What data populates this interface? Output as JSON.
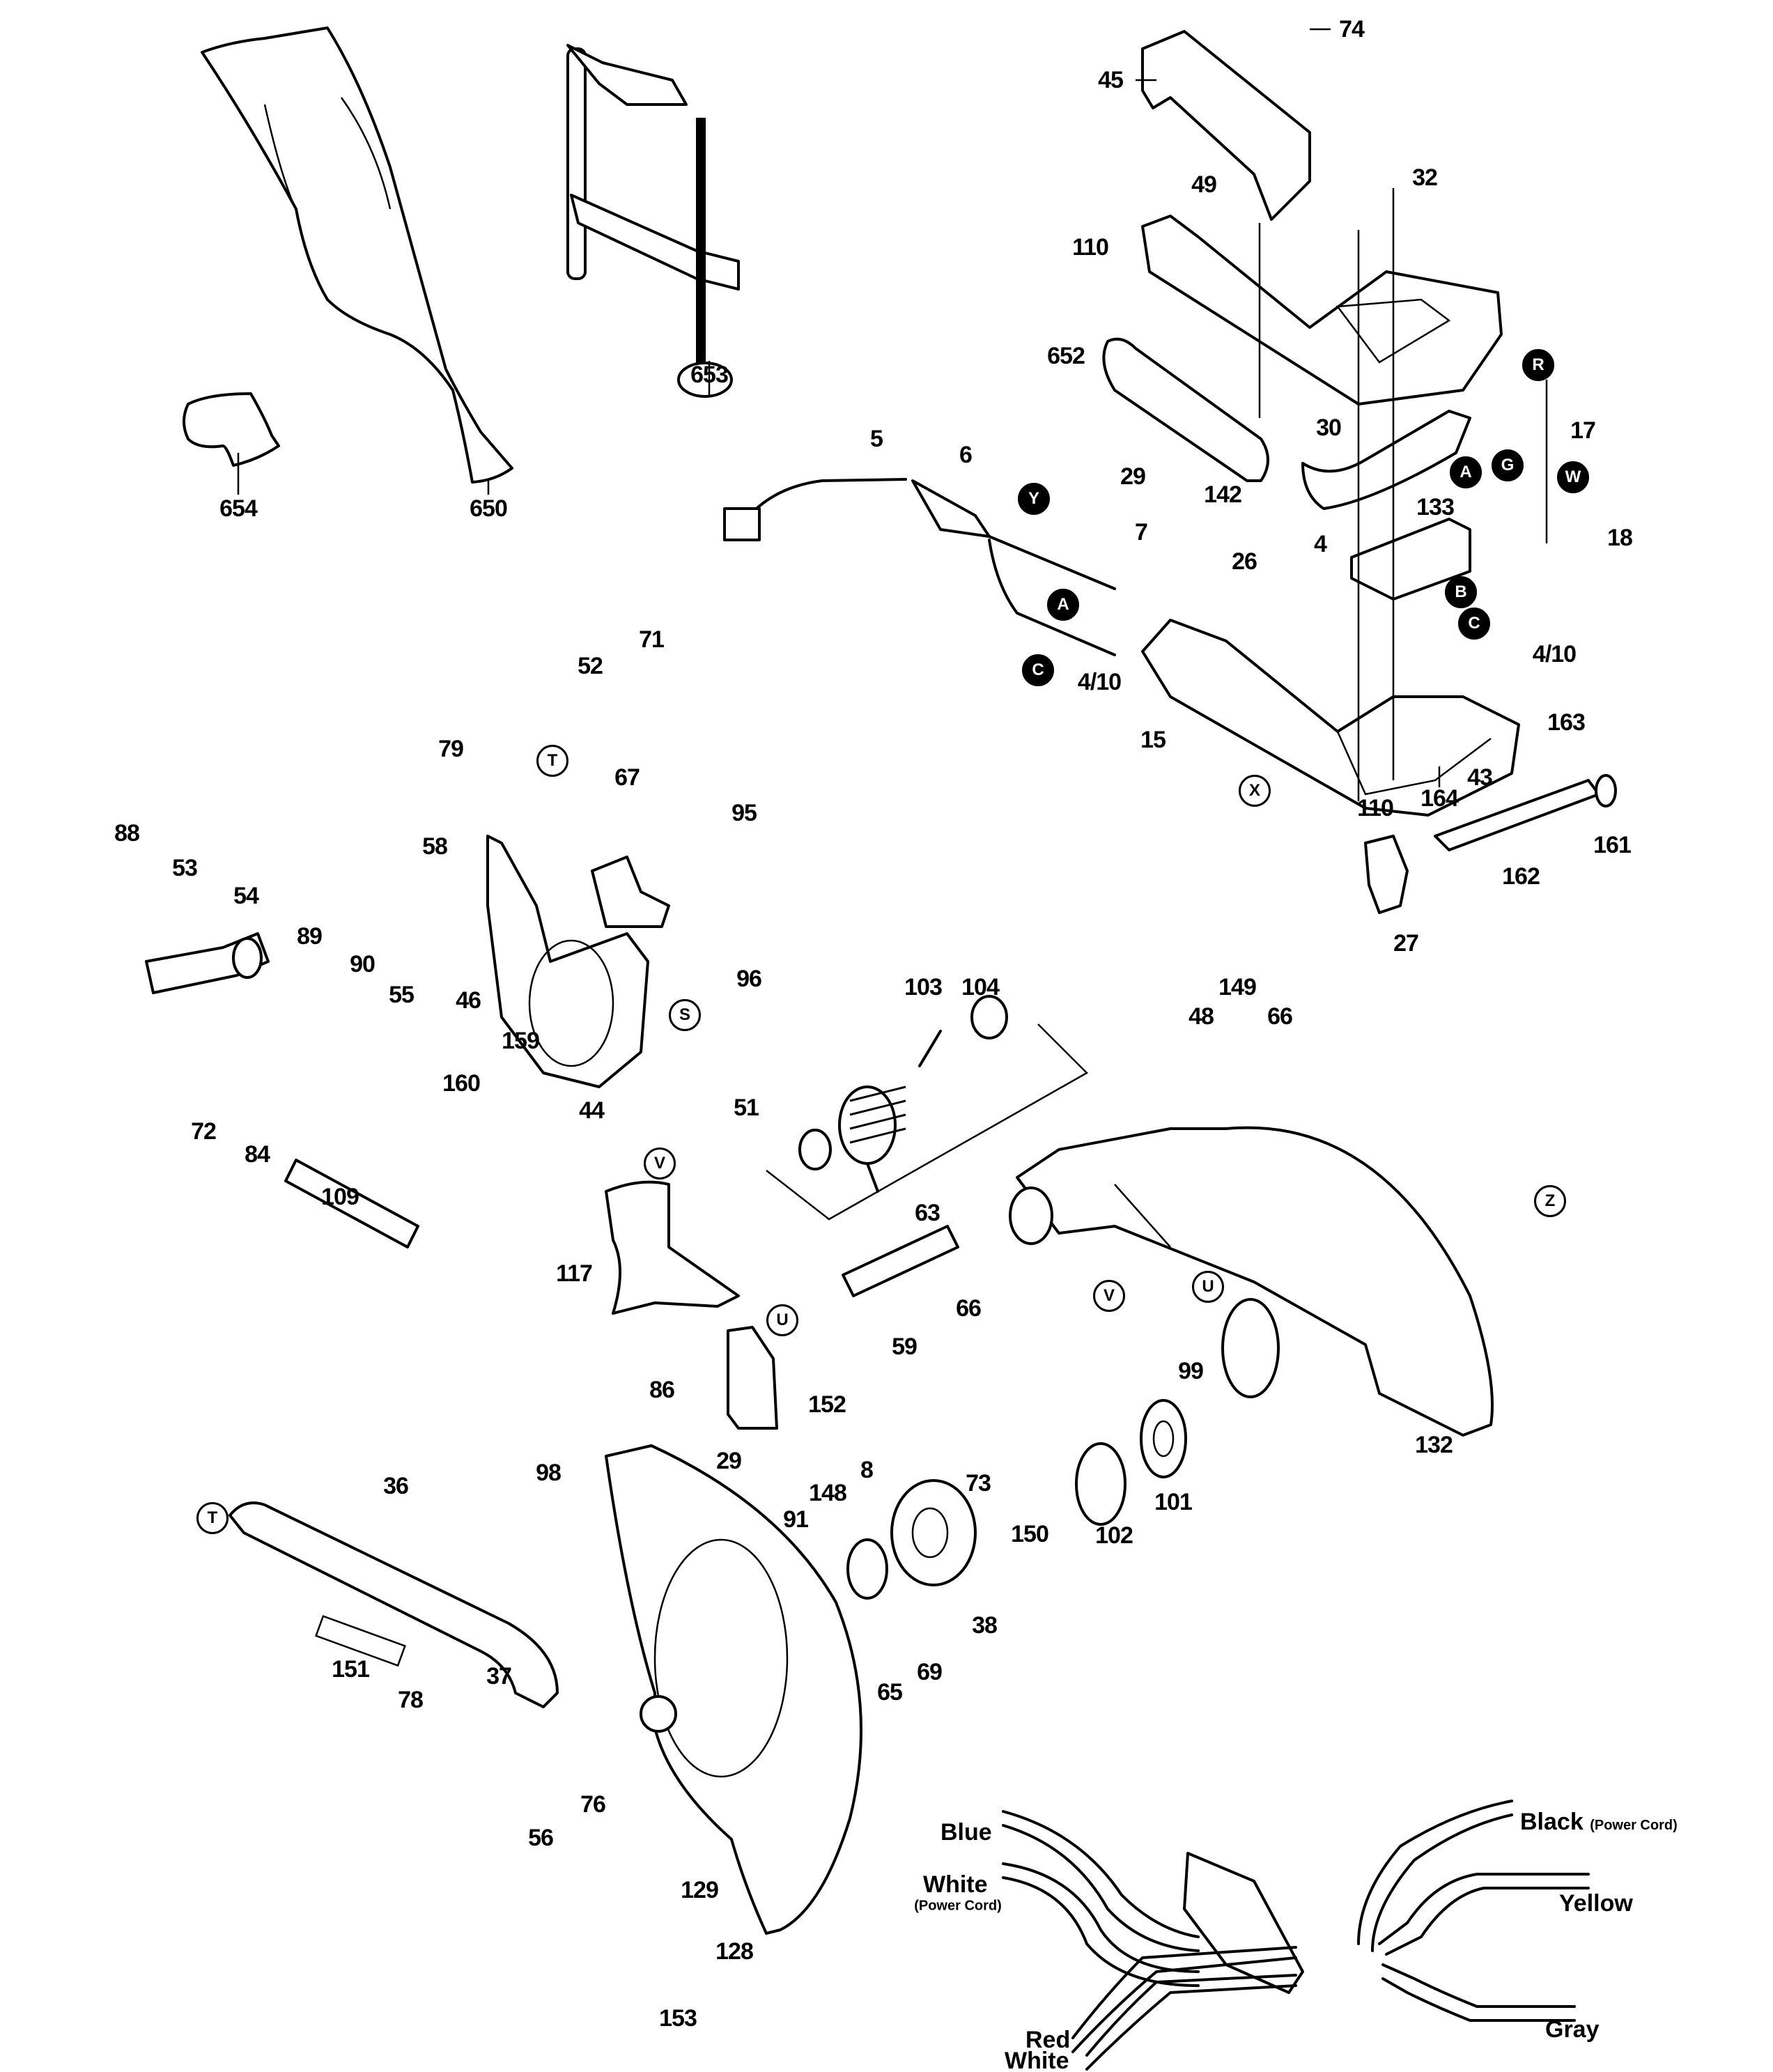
{
  "diagram": {
    "type": "exploded-parts-diagram",
    "subject": "miter saw upper assembly",
    "part_labels": {
      "p654": "654",
      "p650": "650",
      "p653": "653",
      "p74": "74",
      "p45": "45",
      "p49": "49",
      "p32": "32",
      "p110a": "110",
      "p652": "652",
      "p30": "30",
      "p17": "17",
      "p5": "5",
      "p6": "6",
      "p29a": "29",
      "p142": "142",
      "p7": "7",
      "p26": "26",
      "p133": "133",
      "p18": "18",
      "p4": "4",
      "p410a": "4/10",
      "p410b": "4/10",
      "p15": "15",
      "p110b": "110",
      "p163": "163",
      "p43": "43",
      "p164": "164",
      "p161": "161",
      "p162": "162",
      "p27": "27",
      "p71": "71",
      "p52": "52",
      "p79": "79",
      "p67": "67",
      "p95": "95",
      "p88": "88",
      "p58": "58",
      "p53": "53",
      "p54": "54",
      "p89": "89",
      "p90": "90",
      "p55": "55",
      "p96": "96",
      "p46": "46",
      "p159": "159",
      "p160": "160",
      "p44": "44",
      "p51": "51",
      "p72": "72",
      "p84": "84",
      "p109": "109",
      "p103": "103",
      "p104": "104",
      "p48": "48",
      "p149": "149",
      "p66a": "66",
      "p63": "63",
      "p66b": "66",
      "p59": "59",
      "p99": "99",
      "p117": "117",
      "p86": "86",
      "p152": "152",
      "p132": "132",
      "p29b": "29",
      "p98": "98",
      "p36": "36",
      "p148": "148",
      "p8": "8",
      "p73": "73",
      "p150": "150",
      "p102": "102",
      "p101": "101",
      "p91": "91",
      "p38": "38",
      "p65": "65",
      "p69": "69",
      "p151": "151",
      "p37": "37",
      "p78": "78",
      "p56": "56",
      "p76": "76",
      "p129": "129",
      "p128": "128",
      "p153": "153"
    },
    "reference_markers": {
      "open": {
        "T1": "T",
        "T2": "T",
        "S": "S",
        "X": "X",
        "V1": "V",
        "V2": "V",
        "U1": "U",
        "U2": "U",
        "Z": "Z"
      },
      "filled": {
        "R": "R",
        "Y": "Y",
        "A1": "A",
        "G": "G",
        "W": "W",
        "A2": "A",
        "B": "B",
        "C1": "C",
        "C2": "C"
      }
    },
    "wiring": {
      "blue": "Blue",
      "white_power": "White",
      "power_cord_note": "(Power Cord)",
      "black": "Black",
      "black_note": "(Power Cord)",
      "yellow": "Yellow",
      "red": "Red",
      "white": "White",
      "gray": "Gray"
    }
  }
}
